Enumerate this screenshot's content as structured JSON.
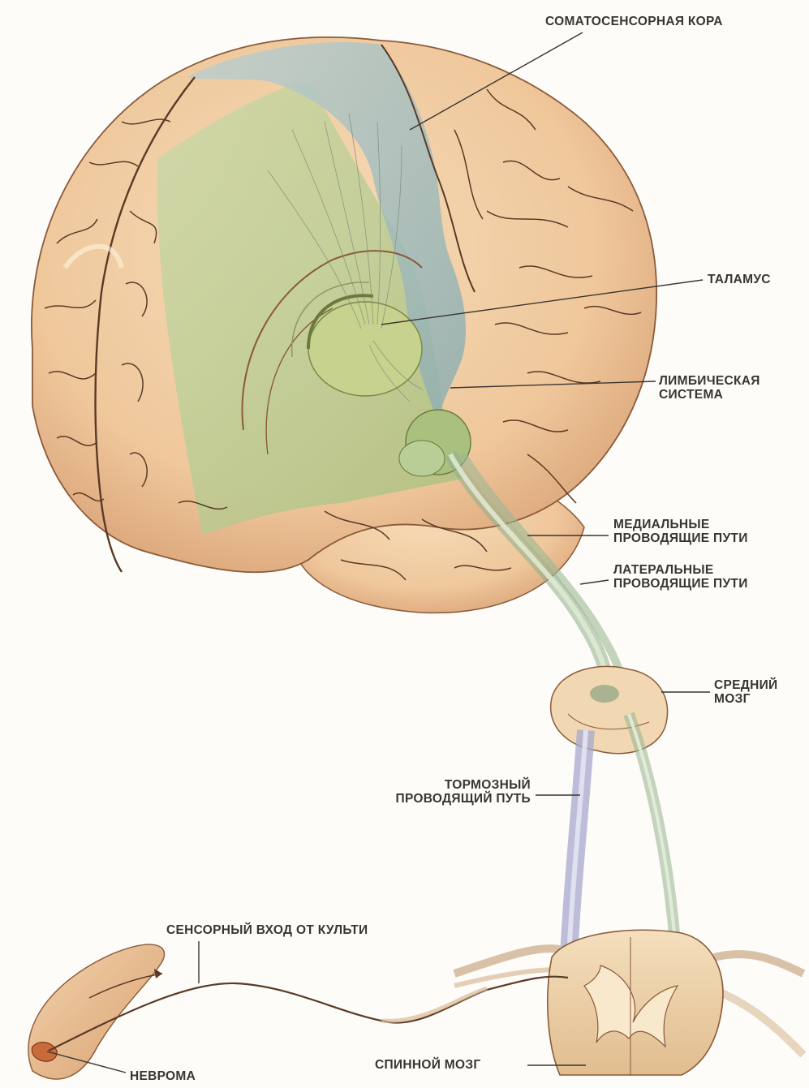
{
  "labels": {
    "somatosensory_cortex": "СОМАТОСЕНСОРНАЯ КОРА",
    "thalamus": "ТАЛАМУС",
    "limbic_line1": "ЛИМБИЧЕСКАЯ",
    "limbic_line2": "СИСТЕМА",
    "medial_line1": "МЕДИАЛЬНЫЕ",
    "medial_line2": "ПРОВОДЯЩИЕ ПУТИ",
    "lateral_line1": "ЛАТЕРАЛЬНЫЕ",
    "lateral_line2": "ПРОВОДЯЩИЕ ПУТИ",
    "midbrain_line1": "СРЕДНИЙ",
    "midbrain_line2": "МОЗГ",
    "inhibitory_line1": "ТОРМОЗНЫЙ",
    "inhibitory_line2": "ПРОВОДЯЩИЙ ПУТЬ",
    "sensory_input": "СЕНСОРНЫЙ ВХОД ОТ КУЛЬТИ",
    "spinal_cord": "СПИННОЙ МОЗГ",
    "neuroma": "НЕВРОМА"
  },
  "colors": {
    "brain": "#f1cfa6",
    "brain_shadow": "#d9a77a",
    "sulcus": "#5a3a26",
    "somatosensory": "#a9bfbf",
    "limbic": "#b9cd97",
    "thalamus": "#c4cf8f",
    "inhibitory_tract": "#b8b9d8",
    "ascending_tract": "#b9d0b0",
    "leader_line": "#3a3530"
  }
}
